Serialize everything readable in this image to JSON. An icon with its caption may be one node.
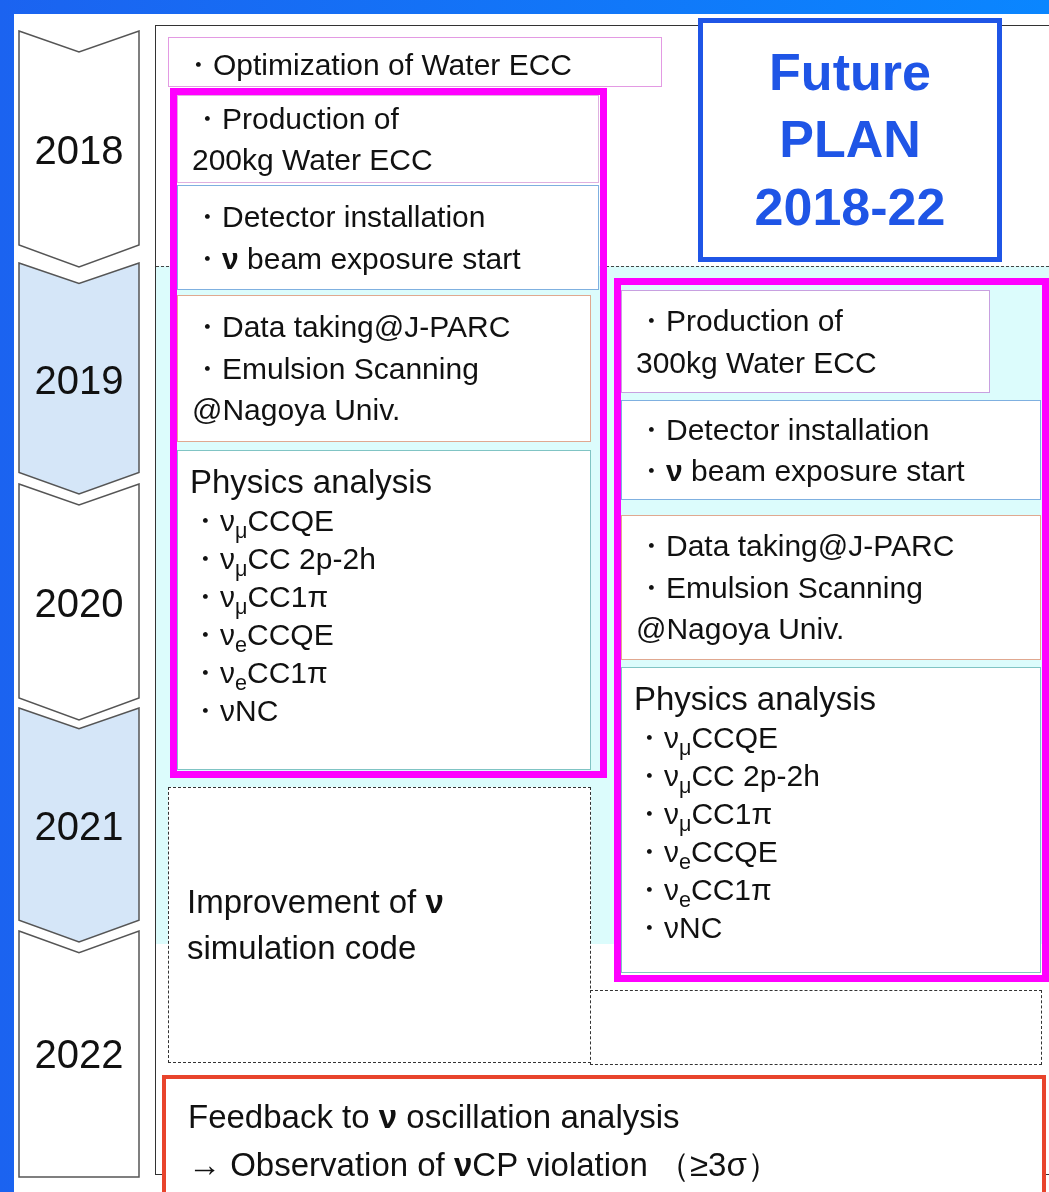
{
  "diagram": {
    "nodes": [
      {
        "text": [
          "2018"
        ]
      },
      {
        "text": [
          "2019"
        ]
      },
      {
        "text": [
          "2020"
        ]
      },
      {
        "text": [
          "2021"
        ]
      },
      {
        "text": [
          "2022"
        ]
      },
      {
        "text": [
          "Future PLAN 2018-22"
        ]
      },
      {
        "text": [
          "・Optimization of Water ECC"
        ]
      },
      {
        "text": [],
        "shape": "box"
      },
      {
        "text": [
          "・Production of 200kg Water ECC"
        ],
        "in": 7
      },
      {
        "text": [
          "・Detector installation",
          "・**ν** beam exposure start"
        ],
        "in": 7
      },
      {
        "text": [
          "・Data taking@J-PARC",
          "・Emulsion Scanning @Nagoya Univ."
        ],
        "in": 7
      },
      {
        "text": [
          "Physics analysis",
          "・ν$_{μ}$CCQE",
          "・ν$_{μ}$CC 2p-2h",
          "・ν$_{μ}$CC1π",
          "・ν$_{e}$CCQE",
          "・ν$_{e}$CC1π",
          "・νNC"
        ],
        "in": 7
      },
      {
        "text": [],
        "shape": "box"
      },
      {
        "text": [
          "・Production of 300kg Water ECC"
        ],
        "in": 12
      },
      {
        "text": [
          "・Detector installation",
          "・**ν** beam exposure start"
        ],
        "in": 12
      },
      {
        "text": [
          "・Data taking@J-PARC",
          "・Emulsion Scanning @Nagoya Univ."
        ],
        "in": 12
      },
      {
        "text": [
          "Physics analysis",
          "・ν$_{μ}$CCQE",
          "・ν$_{μ}$CC 2p-2h",
          "・ν$_{μ}$CC1π",
          "・ν$_{e}$CCQE",
          "・ν$_{e}$CC1π",
          "・νNC"
        ],
        "in": 12
      },
      {
        "text": [
          "Improvement of **ν** simulation code"
        ]
      },
      {
        "text": [],
        "shape": "box"
      },
      {
        "text": [
          "Feedback to **ν** oscillation analysis",
          "→ Observation of **ν**CP violation （≥3σ）"
        ]
      }
    ]
  }
}
